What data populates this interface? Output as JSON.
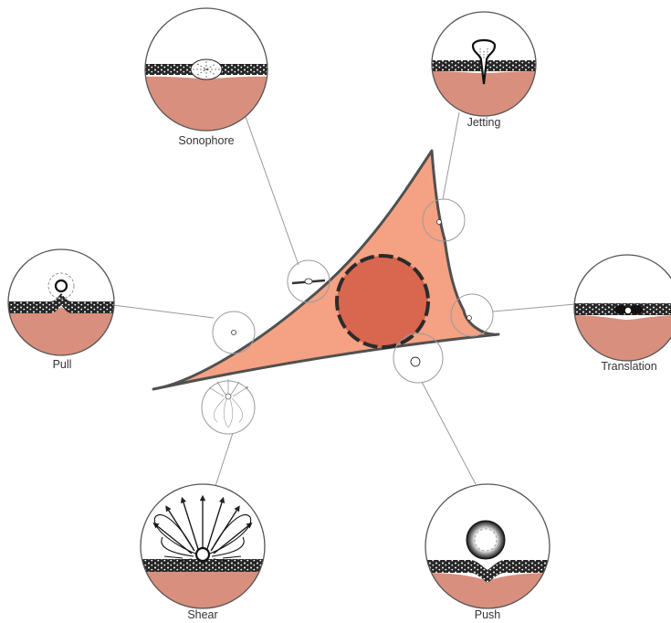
{
  "colors": {
    "cell_fill": "#f4a283",
    "cell_edge": "#505050",
    "nucleus_fill": "#d9664e",
    "cytoplasm_fill": "#d88f7d",
    "membrane": "#2a2a2a"
  },
  "mechanisms": {
    "sonophore": "Sonophore",
    "jetting": "Jetting",
    "pull": "Pull",
    "translation": "Translation",
    "shear": "Shear",
    "push": "Push"
  }
}
